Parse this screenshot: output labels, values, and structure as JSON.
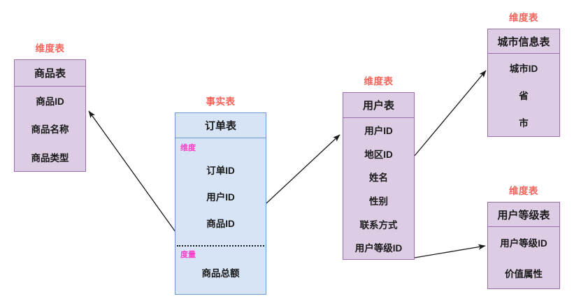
{
  "diagram": {
    "title_product_caption": "维度表",
    "title_fact_caption": "事实表",
    "title_user_caption": "维度表",
    "title_city_caption": "维度表",
    "title_level_caption": "维度表",
    "tables": {
      "product": {
        "caption": "维度表",
        "name": "商品表",
        "fields": [
          "商品ID",
          "商品名称",
          "商品类型"
        ]
      },
      "fact": {
        "caption": "事实表",
        "name": "订单表",
        "dimension_label": "维度",
        "dimension_fields": [
          "订单ID",
          "用户ID",
          "商品ID"
        ],
        "measure_label": "度量",
        "measure_fields": [
          "商品总额"
        ]
      },
      "user": {
        "caption": "维度表",
        "name": "用户表",
        "fields": [
          "用户ID",
          "地区ID",
          "姓名",
          "性别",
          "联系方式",
          "用户等级ID"
        ]
      },
      "city": {
        "caption": "维度表",
        "name": "城市信息表",
        "fields": [
          "城市ID",
          "省",
          "市"
        ]
      },
      "level": {
        "caption": "维度表",
        "name": "用户等级表",
        "fields": [
          "用户等级ID",
          "价值属性"
        ]
      }
    },
    "colors": {
      "dimension_fill": "#ddcde4",
      "dimension_border": "#9b6fad",
      "fact_fill": "#d7e4f5",
      "fact_border": "#6b9bd1",
      "caption_text": "#f4645a",
      "section_text": "#ff3ecb",
      "arrow": "#1a1a1a"
    }
  }
}
